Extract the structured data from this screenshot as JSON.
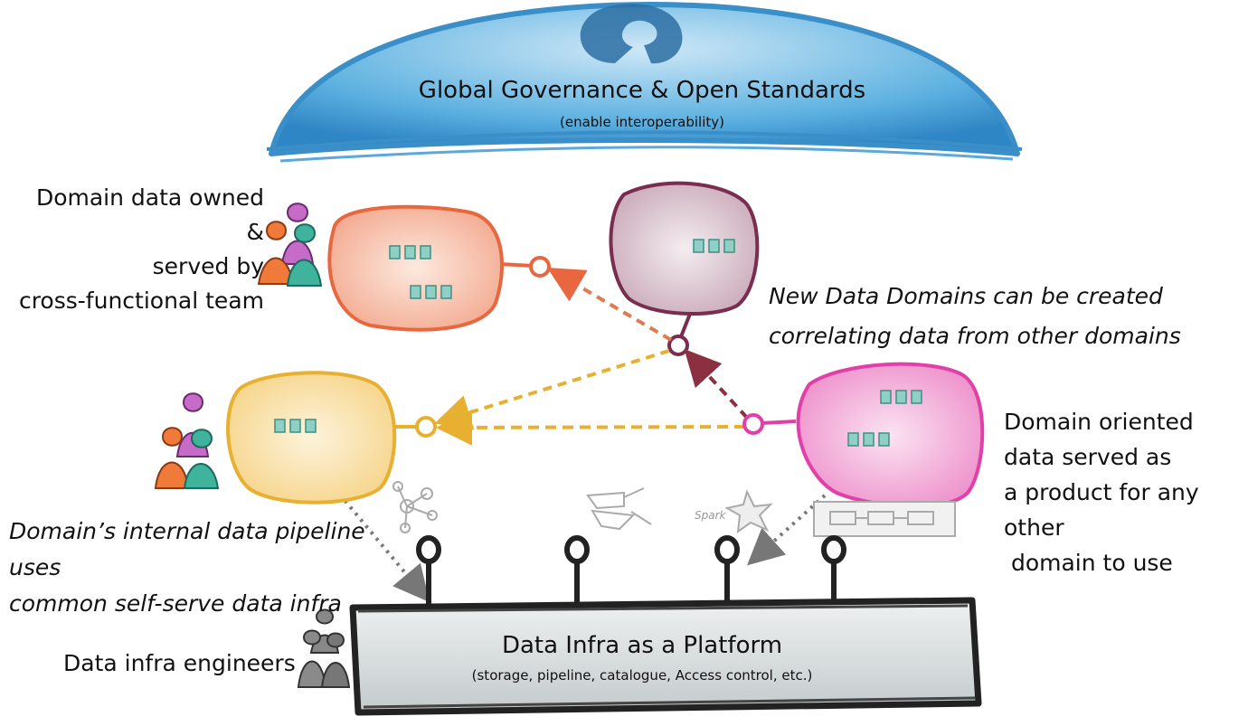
{
  "governance": {
    "title": "Global Governance & Open Standards",
    "subtitle": "(enable interoperability)"
  },
  "platform": {
    "title": "Data Infra as a Platform",
    "subtitle": "(storage, pipeline, catalogue, Access control, etc.)"
  },
  "labels": {
    "domain_owned": "Domain data owned & served by cross-functional team",
    "domain_owned_lines": [
      "Domain data owned &",
      "served by",
      "cross-functional team"
    ],
    "new_domains_lines": [
      "New Data Domains can be created",
      "correlating data from other domains"
    ],
    "domain_oriented_lines": [
      "Domain oriented",
      "data served as",
      "a product for any other",
      " domain to use"
    ],
    "pipeline_lines": [
      "Domain’s internal data pipeline uses",
      "common self-serve data infra"
    ],
    "engineers": "Data infra engineers",
    "spark": "Spark"
  },
  "colors": {
    "governance": "#4a9fd4",
    "domain_orange": "#e8673f",
    "domain_purple": "#7b2d4f",
    "domain_yellow": "#e8b030",
    "domain_pink": "#e040a8",
    "platform": "#d8dedf",
    "product_icon": "#7fc2b8"
  },
  "icons": [
    "pipeline-graph-icon",
    "sheep-shears-icon",
    "spark-star-icon",
    "flow-diagram-icon"
  ]
}
